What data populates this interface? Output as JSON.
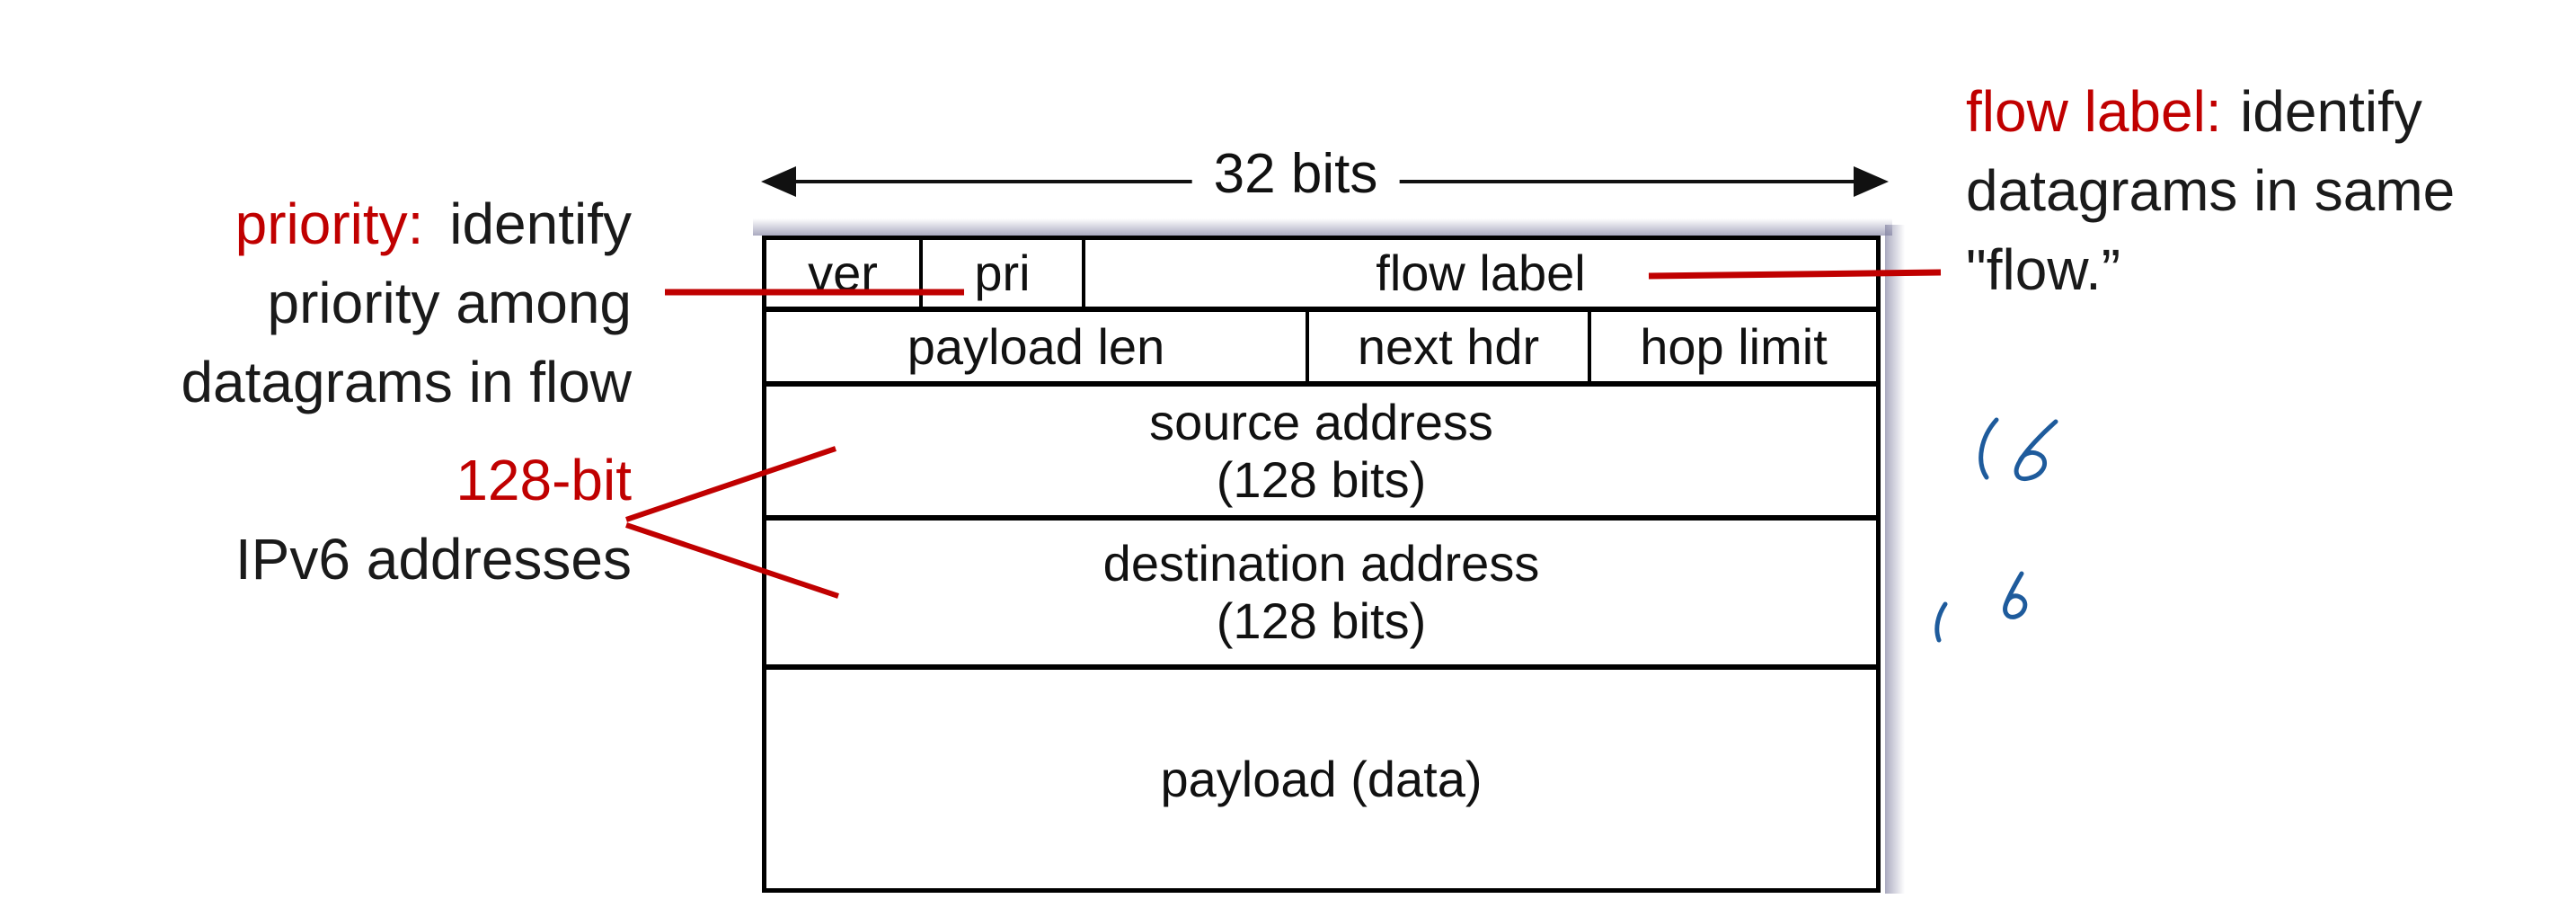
{
  "colors": {
    "accent_red": "#c00000",
    "ink_blue": "#1e5b9c",
    "text_black": "#1a1a1a"
  },
  "arrow": {
    "label": "32 bits"
  },
  "header_table": {
    "row1": {
      "ver": "ver",
      "pri": "pri",
      "flow_label": "flow label"
    },
    "row2": {
      "payload_len": "payload len",
      "next_hdr": "next hdr",
      "hop_limit": "hop limit"
    },
    "source_row": {
      "line1": "source address",
      "line2": "(128 bits)"
    },
    "destination_row": {
      "line1": "destination address",
      "line2": "(128 bits)"
    },
    "payload_row": {
      "label": "payload (data)"
    }
  },
  "notes": {
    "priority": {
      "term": "priority:",
      "line1_rest": "identify",
      "line2": "priority among",
      "line3": "datagrams in flow"
    },
    "addresses": {
      "line1": "128-bit",
      "line2": "IPv6 addresses"
    },
    "flow": {
      "term": "flow label:",
      "line1_rest": "identify",
      "line2": "datagrams in same",
      "line3": "\"flow.”"
    }
  },
  "handwriting": {
    "note1": "(6",
    "note2": "( 6"
  }
}
